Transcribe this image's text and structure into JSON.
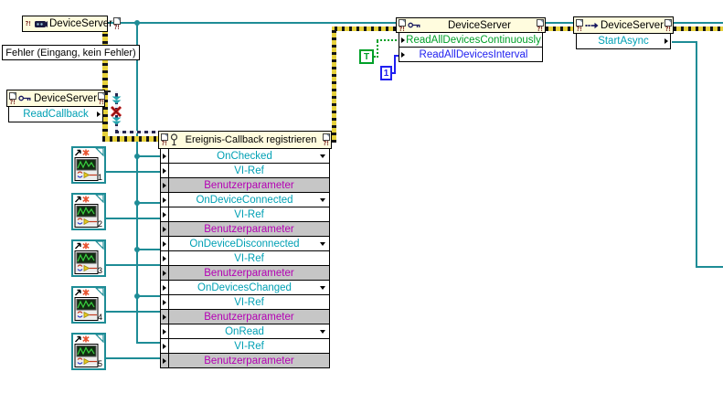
{
  "diagram": {
    "type": "labview-block-diagram",
    "corner_glyph": "?!",
    "error_label": "Fehler (Eingang, kein Fehler)",
    "nodes": {
      "constructor": {
        "title": "DeviceServer",
        "icon": "device-icon"
      },
      "callback_property": {
        "title": "DeviceServer",
        "icon": "key-icon",
        "rows": [
          {
            "label": "ReadCallback"
          }
        ]
      },
      "register": {
        "title": "Ereignis-Callback registrieren",
        "icon": "event-registration-icon",
        "rows": [
          {
            "label": "OnChecked",
            "kind": "event"
          },
          {
            "label": "VI-Ref",
            "kind": "viref"
          },
          {
            "label": "Benutzerparameter",
            "kind": "param"
          },
          {
            "label": "OnDeviceConnected",
            "kind": "event"
          },
          {
            "label": "VI-Ref",
            "kind": "viref"
          },
          {
            "label": "Benutzerparameter",
            "kind": "param"
          },
          {
            "label": "OnDeviceDisconnected",
            "kind": "event"
          },
          {
            "label": "VI-Ref",
            "kind": "viref"
          },
          {
            "label": "Benutzerparameter",
            "kind": "param"
          },
          {
            "label": "OnDevicesChanged",
            "kind": "event"
          },
          {
            "label": "VI-Ref",
            "kind": "viref"
          },
          {
            "label": "Benutzerparameter",
            "kind": "param"
          },
          {
            "label": "OnRead",
            "kind": "event"
          },
          {
            "label": "VI-Ref",
            "kind": "viref"
          },
          {
            "label": "Benutzerparameter",
            "kind": "param"
          }
        ]
      },
      "properties": {
        "title": "DeviceServer",
        "icon": "key-icon",
        "rows": [
          {
            "label": "ReadAllDevicesContinuously",
            "kind": "bool"
          },
          {
            "label": "ReadAllDevicesInterval",
            "kind": "int"
          }
        ]
      },
      "invoke": {
        "title": "DeviceServer",
        "icon": "method-arrow-icon",
        "rows": [
          {
            "label": "StartAsync"
          }
        ]
      }
    },
    "constants": {
      "bool_true": "T",
      "interval": "1"
    },
    "vi_refs": [
      {
        "number": "1"
      },
      {
        "number": "2"
      },
      {
        "number": "3"
      },
      {
        "number": "4"
      },
      {
        "number": "5"
      }
    ],
    "colors": {
      "node_header": "#FFFCDE",
      "ref_wire": "#1E8C96",
      "teal_text": "#00A0B4",
      "param_text": "#B400B4",
      "param_bg": "#C6C6C6",
      "bool_green": "#00A028",
      "int_blue": "#2020F0",
      "error_yellow": "#E6D13C",
      "broken_x_red": "#D42020"
    }
  }
}
